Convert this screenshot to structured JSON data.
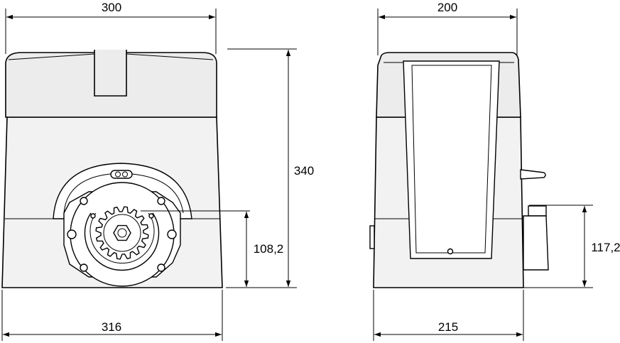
{
  "dimensions": {
    "front_top_width": "300",
    "front_height": "340",
    "front_gear_height": "108,2",
    "front_base_width": "316",
    "side_top_width": "200",
    "side_height": "117,2",
    "side_base_width": "215"
  }
}
